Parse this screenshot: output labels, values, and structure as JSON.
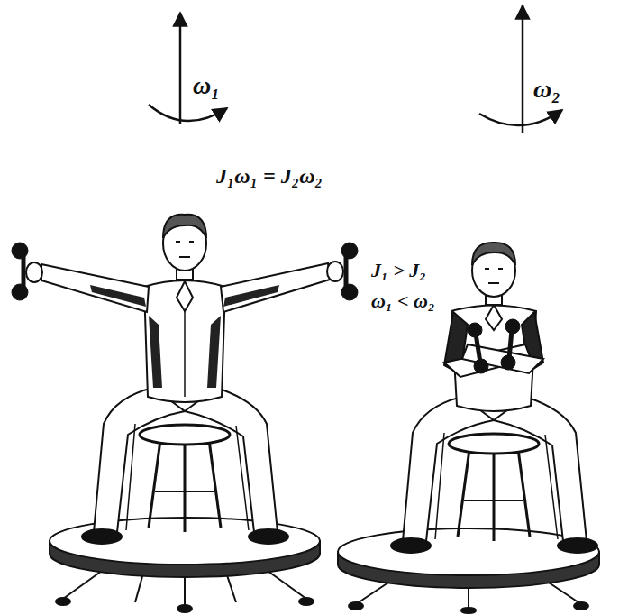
{
  "diagram": {
    "labels": [
      "ω₁",
      "ω₂",
      "J₁ω₁ = J₂ω₂",
      "J₁ > J₂",
      "ω₁ < ω₂"
    ]
  }
}
